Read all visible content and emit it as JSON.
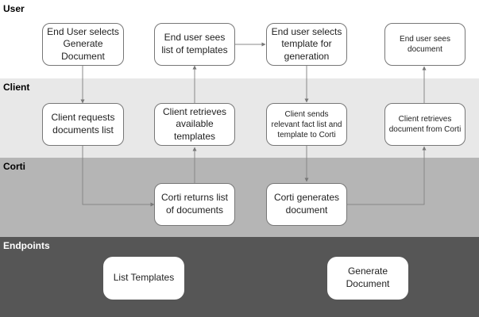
{
  "lanes": {
    "user": "User",
    "client": "Client",
    "corti": "Corti",
    "endpoints": "Endpoints"
  },
  "nodes": {
    "user_selects_generate": "End User selects Generate Document",
    "user_sees_list": "End user sees list of templates",
    "user_selects_template": "End user selects template for generation",
    "user_sees_document": "End user sees document",
    "client_requests_list": "Client requests documents list",
    "client_retrieves_templates": "Client retrieves available templates",
    "client_sends_facts": "Client sends relevant fact list and template to Corti",
    "client_retrieves_document": "Client retrieves document from Corti",
    "corti_returns_list": "Corti returns list of documents",
    "corti_generates": "Corti generates document"
  },
  "endpoints": {
    "list_templates": "List Templates",
    "generate_document": "Generate Document"
  }
}
